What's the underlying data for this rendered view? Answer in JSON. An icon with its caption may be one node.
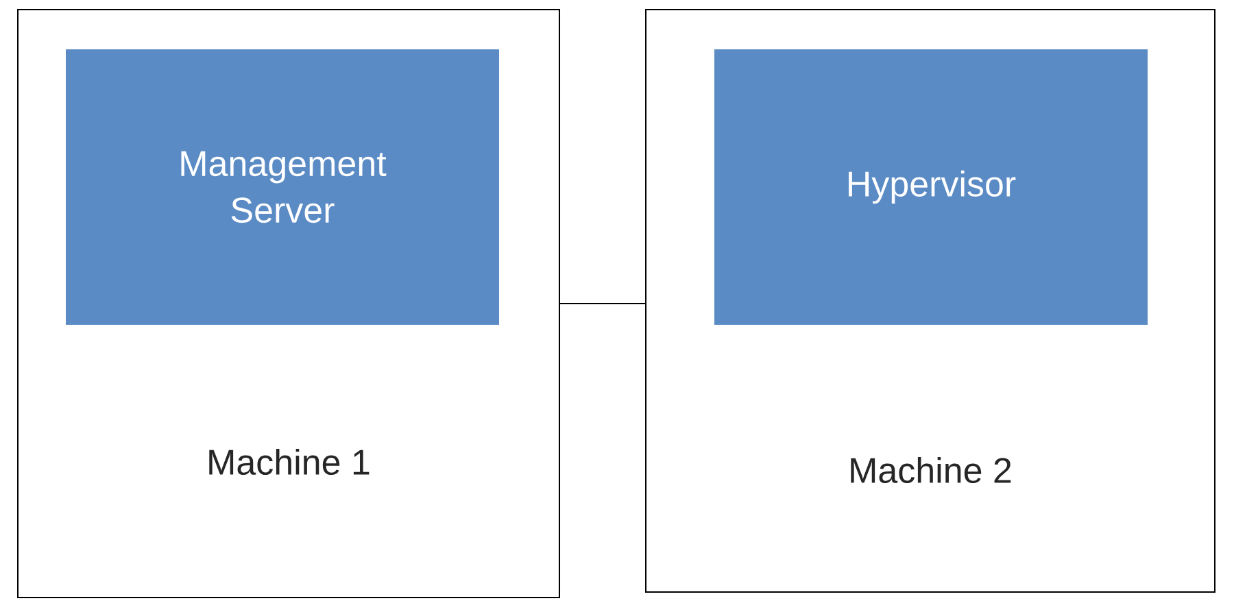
{
  "diagram": {
    "nodes": [
      {
        "text": [
          "Machine 1"
        ]
      },
      {
        "text": [
          "Management Server"
        ],
        "in": 0
      },
      {
        "text": [
          "Machine 2"
        ]
      },
      {
        "text": [
          "Hypervisor"
        ],
        "in": 2
      }
    ],
    "edges": [
      {
        "from": 0,
        "to": 2,
        "arrow": "none"
      }
    ]
  }
}
